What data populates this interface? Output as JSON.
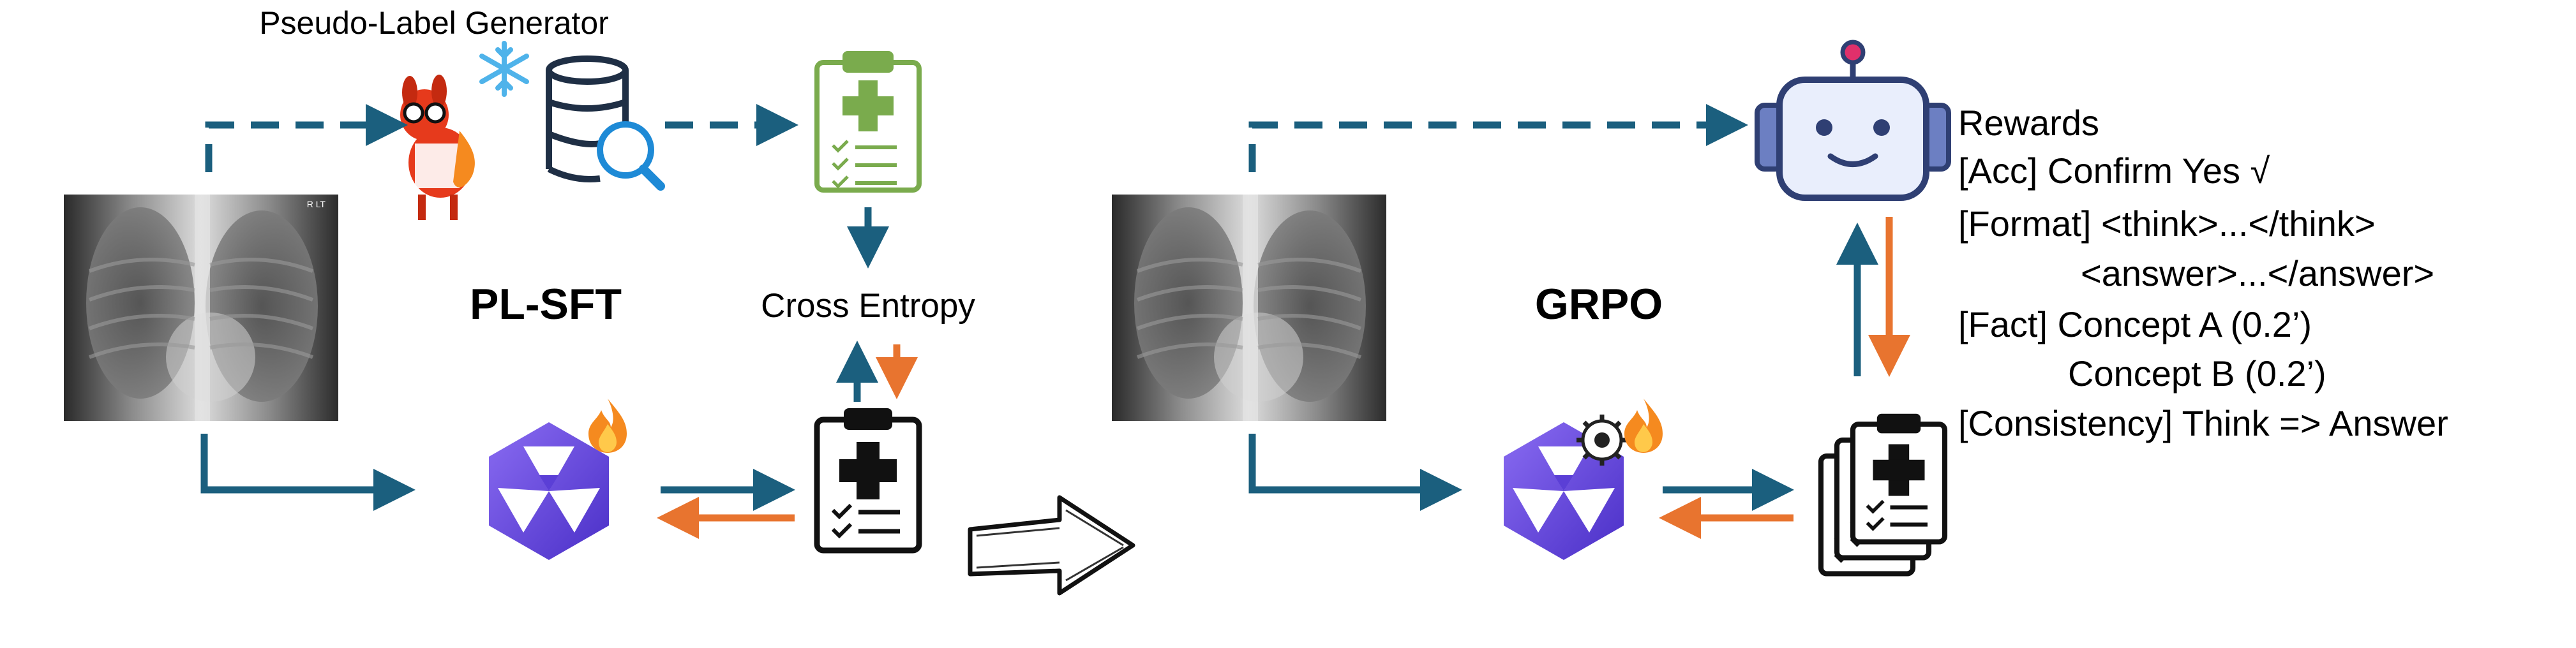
{
  "generator_label": "Pseudo-Label Generator",
  "stage1_label": "PL-SFT",
  "loss_label": "Cross Entropy",
  "stage2_label": "GRPO",
  "xray_marker": "R LT",
  "rewards": {
    "title": "Rewards",
    "lines": [
      "[Acc] Confirm Yes √",
      "[Format] <think>...</think>",
      "<answer>...</answer>",
      "[Fact] Concept A (0.2’)",
      "Concept B (0.2’)",
      "[Consistency] Think => Answer"
    ]
  },
  "colors": {
    "teal_arrow": "#1b5f7e",
    "orange_arrow": "#e8742f",
    "clipboard_green": "#7aab4d",
    "model_purple": "#5b3fd6",
    "robot_blue": "#2f3f73",
    "robot_face": "#e9eefc",
    "flame": "#f58a1f"
  },
  "icons": [
    "llama-icon",
    "snowflake-icon",
    "database-search-icon",
    "clipboard-icon",
    "model-logo-icon",
    "fire-icon",
    "gear-icon",
    "robot-icon",
    "hand-drawn-arrow-icon"
  ]
}
